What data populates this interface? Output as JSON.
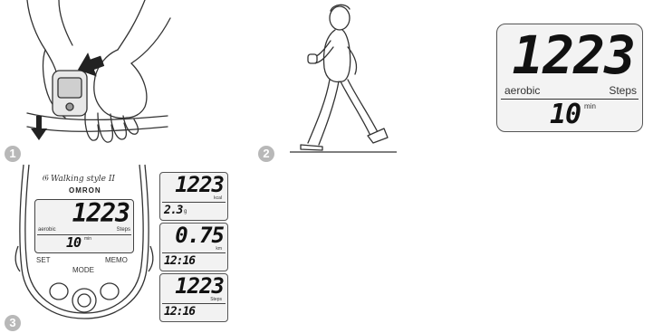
{
  "steps": [
    {
      "number": "1"
    },
    {
      "number": "2"
    },
    {
      "number": "3"
    }
  ],
  "large_display": {
    "steps_value": "1223",
    "label_left": "aerobic",
    "label_right": "Steps",
    "time_value": "10",
    "time_unit": "min"
  },
  "device": {
    "brand_line": "Walking style II",
    "logo": "omron",
    "screen_steps": "1223",
    "screen_label_left": "aerobic",
    "screen_label_right": "Steps",
    "screen_time": "10",
    "screen_time_unit": "min",
    "button_set": "SET",
    "button_memo": "MEMO",
    "button_mode": "MODE"
  },
  "small_displays": [
    {
      "top_value": "1223",
      "top_unit": "kcal",
      "bottom_value": "2.3",
      "bottom_unit": "g"
    },
    {
      "top_value": "0.75",
      "top_unit": "km",
      "bottom_value": "12:16",
      "bottom_unit": ""
    },
    {
      "top_value": "1223",
      "top_unit": "Steps",
      "bottom_value": "12:16",
      "bottom_unit": ""
    }
  ]
}
